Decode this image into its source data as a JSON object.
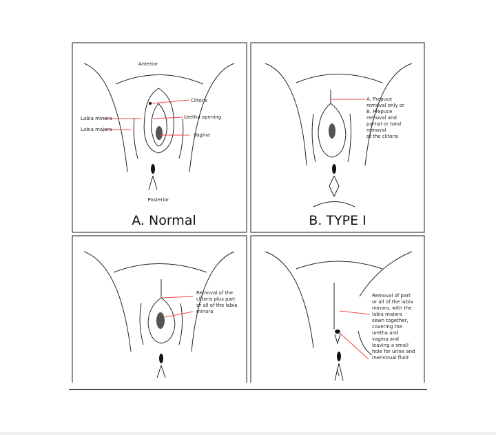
{
  "panel_a": {
    "title": "A. Normal",
    "anterior": "Anterior",
    "posterior": "Posterior",
    "clitoris": "Clitoris",
    "labia_minora": "Labia minora",
    "urethra": "Uretha opening",
    "labia_majora": "Labia majora",
    "vagina": "Vagina"
  },
  "panel_b": {
    "title": "B. TYPE I",
    "note": [
      "A. Prepuce",
      "removal only or",
      "B. Prepuce",
      "removal and",
      "partial or total",
      "removal",
      "of the clitoris"
    ]
  },
  "panel_c": {
    "note": [
      "Removal of the",
      "clitoris plus part",
      "or all of the labia",
      "minora"
    ]
  },
  "panel_d": {
    "note": [
      "Removal of part",
      "or all of the labia",
      "minora, with the",
      "labia majora",
      "sewn together,",
      "covering the",
      "uretha and",
      "vagina and",
      "leaving a small",
      "hole for urine and",
      "menstrual fluid"
    ]
  },
  "colors": {
    "pointer": "#ee4444",
    "ink": "#222222"
  }
}
